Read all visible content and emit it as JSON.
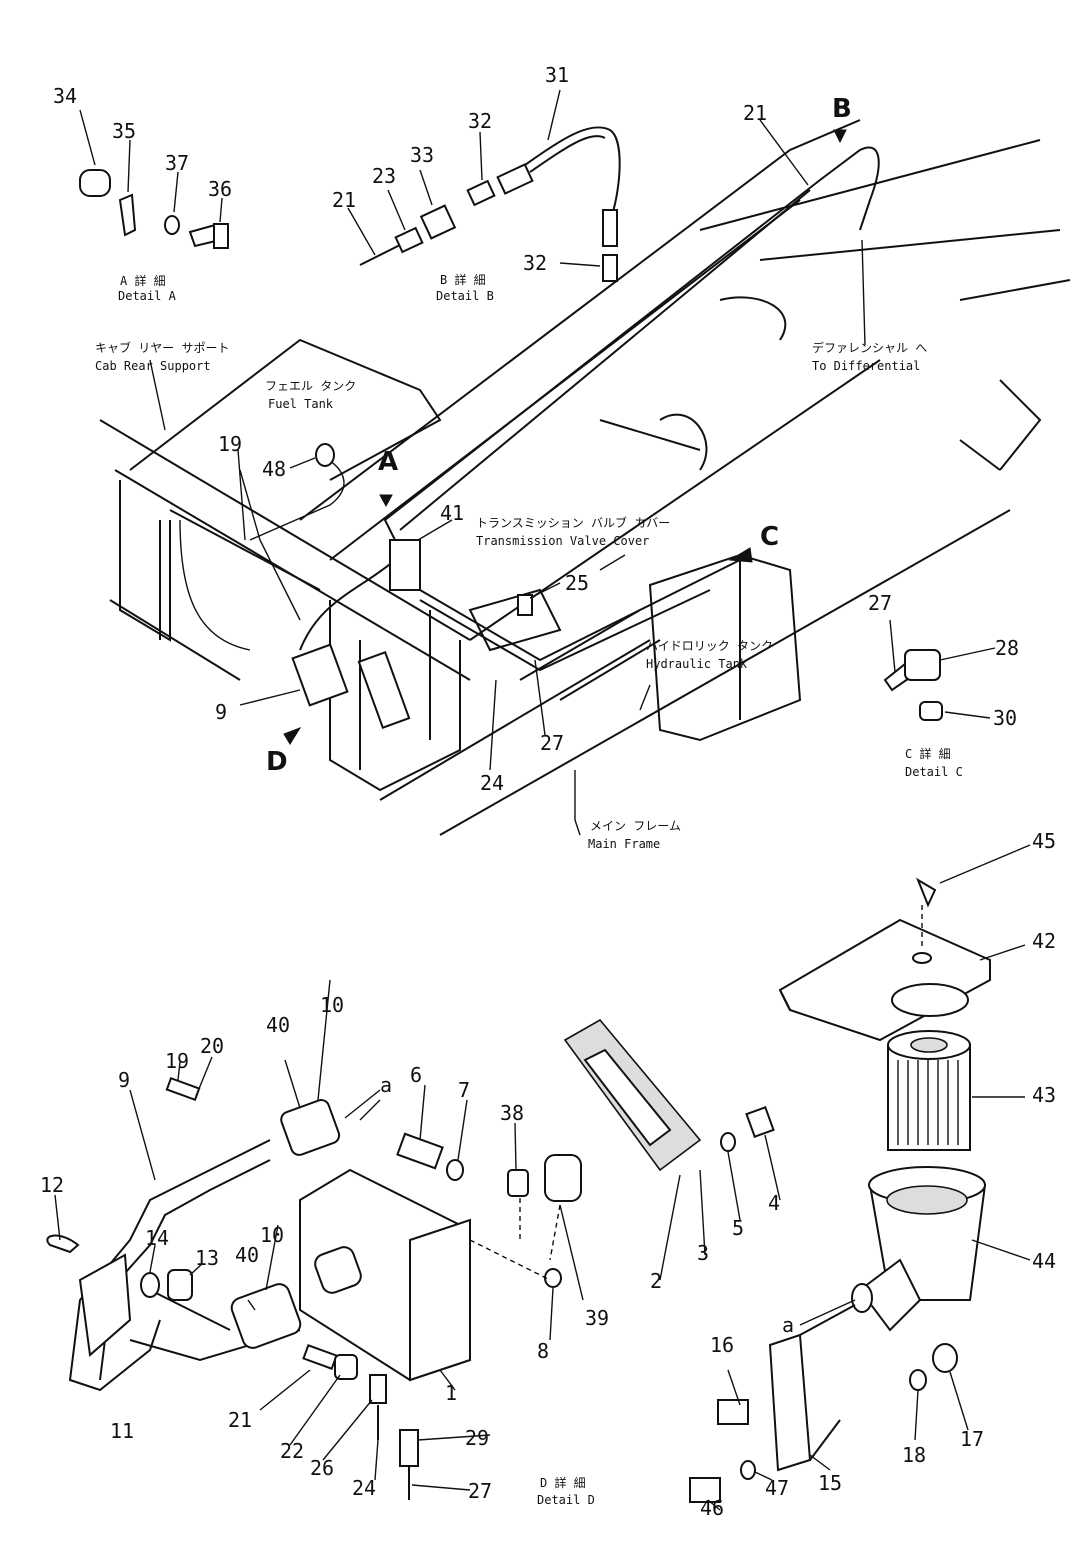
{
  "part_numbers": {
    "p1": "1",
    "p2": "2",
    "p3": "3",
    "p4": "4",
    "p5": "5",
    "p6": "6",
    "p7": "7",
    "p8": "8",
    "p9": "9",
    "p10": "10",
    "p11": "11",
    "p12": "12",
    "p13": "13",
    "p14": "14",
    "p15": "15",
    "p16": "16",
    "p17": "17",
    "p18": "18",
    "p19": "19",
    "p20": "20",
    "p21": "21",
    "p22": "22",
    "p23": "23",
    "p24": "24",
    "p25": "25",
    "p26": "26",
    "p27": "27",
    "p28": "28",
    "p29": "29",
    "p30": "30",
    "p31": "31",
    "p32": "32",
    "p33": "33",
    "p34": "34",
    "p35": "35",
    "p36": "36",
    "p37": "37",
    "p38": "38",
    "p39": "39",
    "p40": "40",
    "p41": "41",
    "p42": "42",
    "p43": "43",
    "p44": "44",
    "p45": "45",
    "p46": "46",
    "p47": "47",
    "p48": "48"
  },
  "connection_mark": "a",
  "detail_markers": {
    "A": "A",
    "B": "B",
    "C": "C",
    "D": "D"
  },
  "details": {
    "detail_a": {
      "jp": "A 詳 細",
      "en": "Detail A"
    },
    "detail_b": {
      "jp": "B 詳 細",
      "en": "Detail B"
    },
    "detail_c": {
      "jp": "C 詳 細",
      "en": "Detail C"
    },
    "detail_d": {
      "jp": "D 詳 細",
      "en": "Detail D"
    }
  },
  "callouts": {
    "cab_rear_support": {
      "jp": "キャブ リヤー サポート",
      "en": "Cab Rear Support"
    },
    "fuel_tank": {
      "jp": "フェエル タンク",
      "en": "Fuel Tank"
    },
    "to_differential": {
      "jp": "デファレンシャル へ",
      "en": "To Differential"
    },
    "transmission_valve_cover": {
      "jp": "トランスミッション バルブ カバー",
      "en": "Transmission Valve Cover"
    },
    "hydraulic_tank": {
      "jp": "ハイドロリック タンク",
      "en": "Hydraulic Tank"
    },
    "main_frame": {
      "jp": "メイン フレーム",
      "en": "Main Frame"
    }
  }
}
